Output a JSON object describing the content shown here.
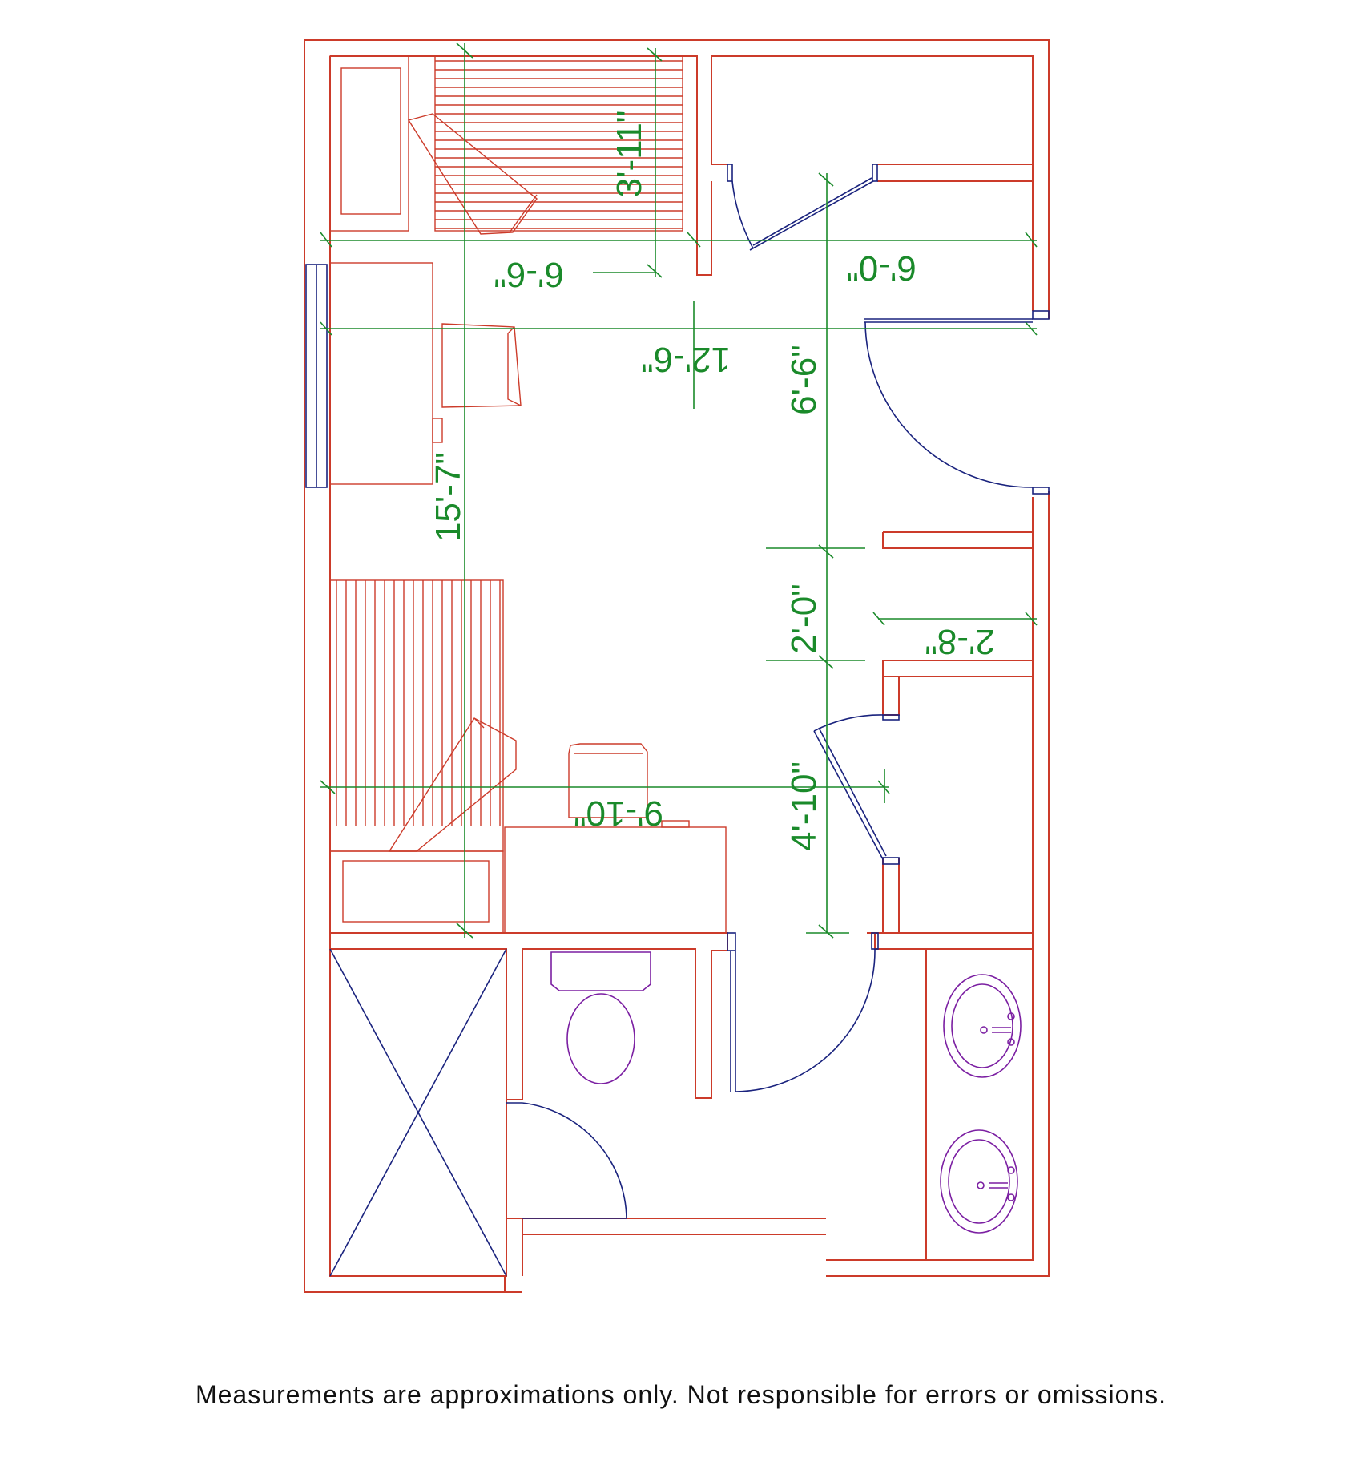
{
  "dimensions": {
    "bed_length_top": "6'-6\"",
    "bed_width_top": "3'-11\"",
    "closet_width": "6'-0\"",
    "room_width": "12'-6\"",
    "room_length": "15'-7\"",
    "hall_segment_upper": "6'-6\"",
    "hall_segment_middle": "2'-0\"",
    "closet_small_width": "2'-8\"",
    "desk_span": "9'-10\"",
    "hall_segment_lower": "4'-10\""
  },
  "disclaimer": "Measurements are approximations only. Not responsible for errors or omissions.",
  "colors": {
    "walls": "#cc3b2a",
    "doors": "#1a237e",
    "dimensions": "#1a8a2a",
    "fixtures": "#7b1fa2"
  }
}
